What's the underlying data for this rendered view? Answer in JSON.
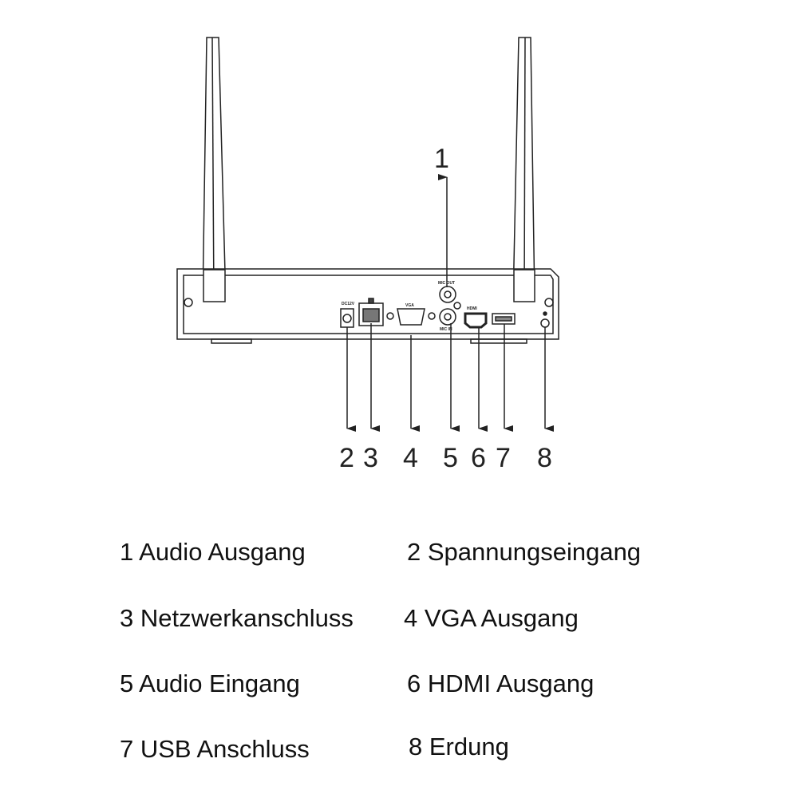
{
  "diagram": {
    "port_labels": {
      "mic_out": "MIC OUT",
      "mic_in": "MIC IN",
      "vga": "VGA",
      "hdmi": "HDMI",
      "power": "DC12V"
    },
    "callout_numbers": [
      "1",
      "2",
      "3",
      "4",
      "5",
      "6",
      "7",
      "8"
    ]
  },
  "legend": [
    {
      "text": "1 Audio Ausgang"
    },
    {
      "text": "2 Spannungseingang"
    },
    {
      "text": "3 Netzwerkanschluss"
    },
    {
      "text": "4 VGA Ausgang"
    },
    {
      "text": "5 Audio Eingang"
    },
    {
      "text": "6 HDMI Ausgang"
    },
    {
      "text": "7 USB Anschluss"
    },
    {
      "text": "8 Erdung"
    }
  ]
}
